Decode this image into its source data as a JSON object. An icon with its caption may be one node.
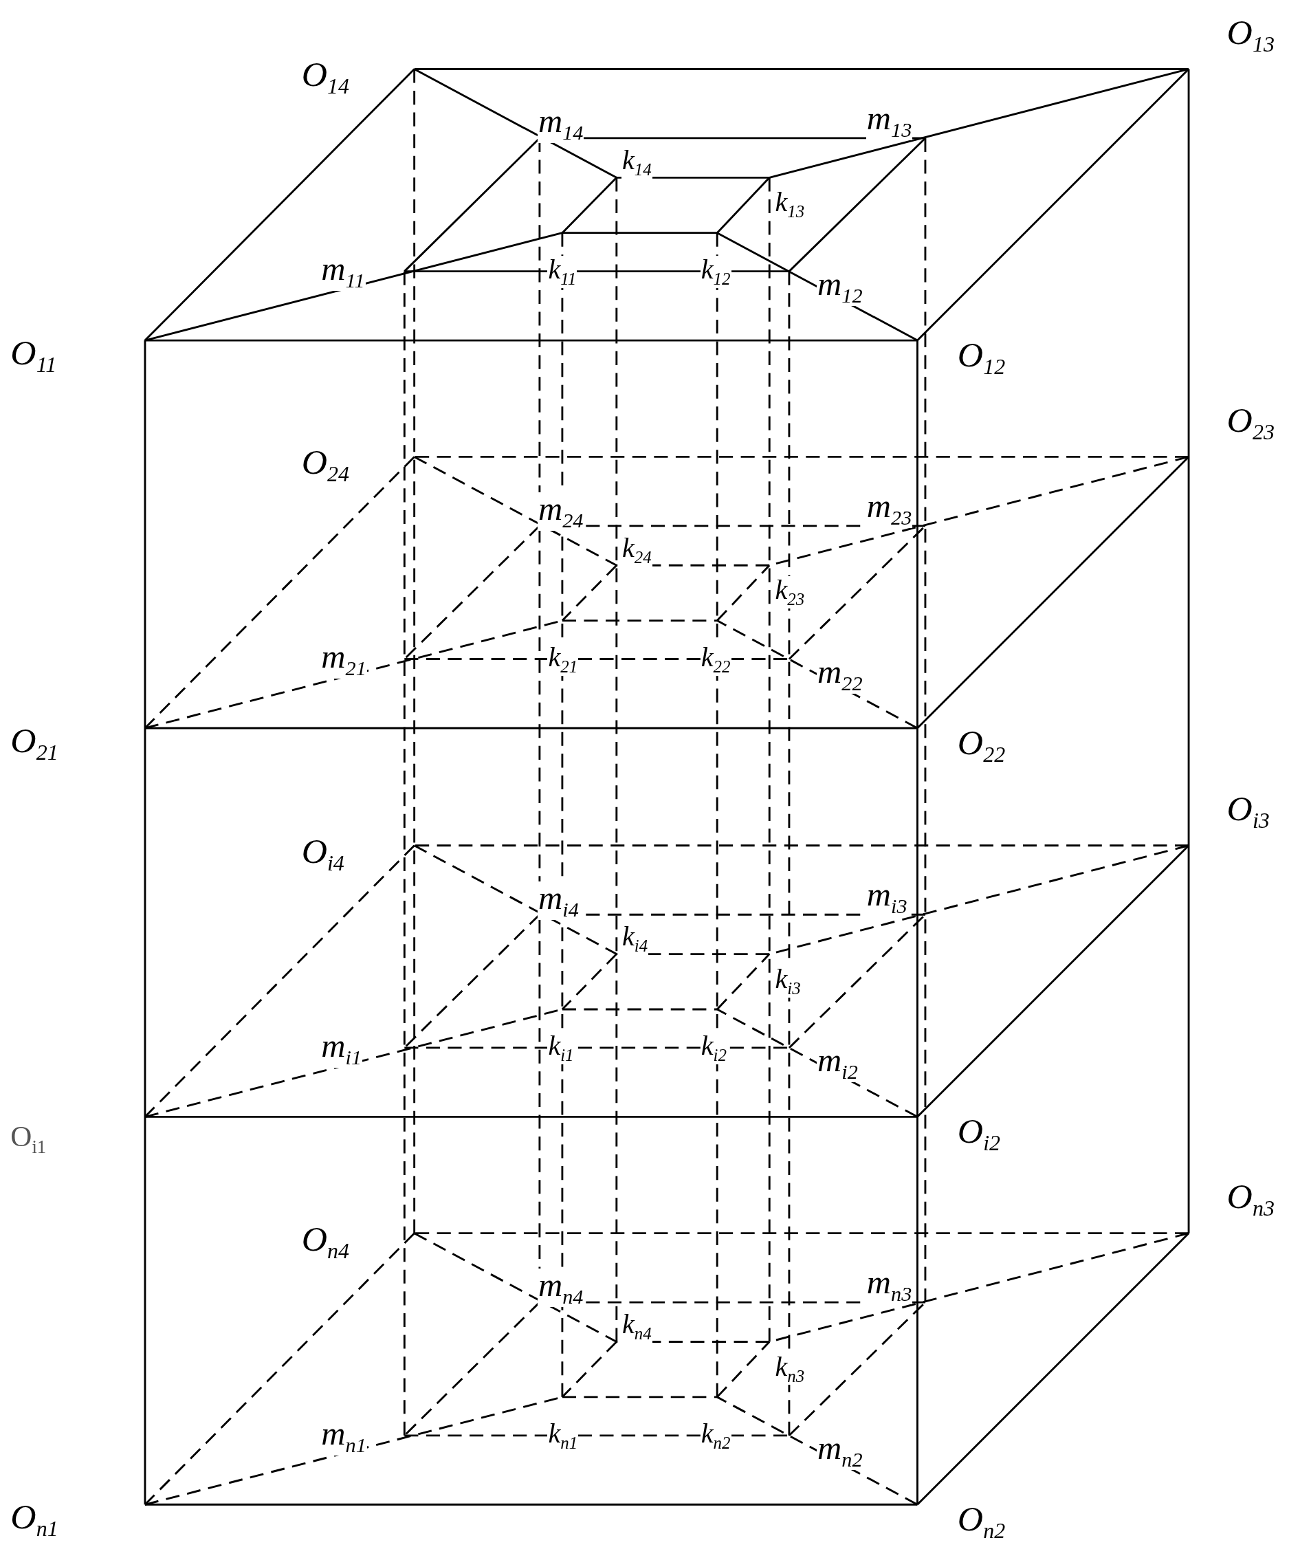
{
  "diagram": {
    "labels": [
      "O$_{14}$",
      "O$_{13}$",
      "m$_{14}$",
      "m$_{13}$",
      "k$_{14}$",
      "k$_{13}$",
      "m$_{11}$",
      "k$_{11}$",
      "k$_{12}$",
      "m$_{12}$",
      "O$_{11}$",
      "O$_{12}$",
      "O$_{24}$",
      "O$_{23}$",
      "m$_{24}$",
      "m$_{23}$",
      "k$_{24}$",
      "k$_{23}$",
      "m$_{21}$",
      "k$_{21}$",
      "k$_{22}$",
      "m$_{22}$",
      "O$_{21}$",
      "O$_{22}$",
      "O$_{i4}$",
      "O$_{i3}$",
      "m$_{i4}$",
      "m$_{i3}$",
      "k$_{i4}$",
      "k$_{i3}$",
      "m$_{i1}$",
      "k$_{i1}$",
      "k$_{i2}$",
      "m$_{i2}$",
      "O$_{i1}$",
      "O$_{i2}$",
      "O$_{n4}$",
      "O$_{n3}$",
      "m$_{n4}$",
      "m$_{n3}$",
      "k$_{n4}$",
      "k$_{n3}$",
      "m$_{n1}$",
      "k$_{n1}$",
      "k$_{n2}$",
      "m$_{n2}$",
      "O$_{n1}$",
      "O$_{n2}$"
    ]
  }
}
